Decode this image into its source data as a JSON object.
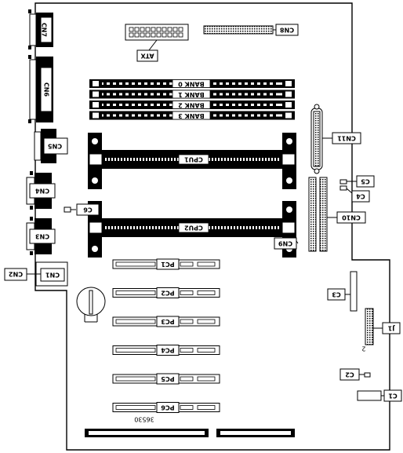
{
  "figure_id": "36530",
  "connectors": {
    "cn7": "CN7",
    "cn8": "CN8",
    "atx": "ATX",
    "cn6": "CN6",
    "cn5": "CN5",
    "cn4": "CN4",
    "cn3": "CN3",
    "cn2": "CN2",
    "cn1": "CN1",
    "cn9": "CN9",
    "cn10": "CN10",
    "cn11": "CN11",
    "c3": "C3",
    "c2": "C2",
    "c1": "C1",
    "c4": "C4",
    "c5": "C5",
    "c6": "C6",
    "j1": "J1",
    "j1_pin": "2"
  },
  "memory_banks": [
    "BANK 0",
    "BANK 1",
    "BANK 2",
    "BANK 3"
  ],
  "cpu_slots": [
    "CPU1",
    "CPU2"
  ],
  "pci_slots": [
    "PC1",
    "PC2",
    "PC3",
    "PC4",
    "PC5",
    "PC6"
  ]
}
